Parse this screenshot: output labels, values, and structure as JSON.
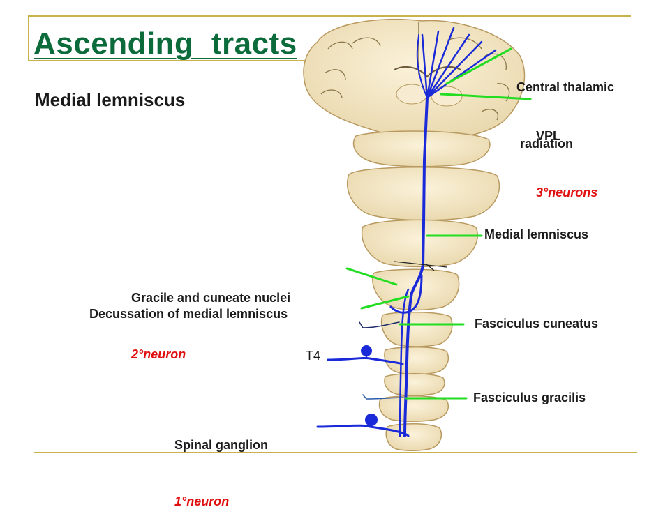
{
  "slide": {
    "title": "Ascending  tracts",
    "subtitle": "Medial lemniscus"
  },
  "labels": {
    "central_thalamic": "Central thalamic",
    "central_thalamic_2": " radiation",
    "vpl": "VPL",
    "vpl_neuron": "3°neurons",
    "medial_lemniscus": "Medial lemniscus",
    "gracile_cuneate": "Gracile and cuneate nuclei",
    "gracile_cuneate_neuron": "2°neuron",
    "decussation": "Decussation of medial lemniscus",
    "fasciculus_cuneatus": "Fasciculus cuneatus",
    "t4": "T4",
    "fasciculus_gracilis": "Fasciculus gracilis",
    "spinal_ganglion": "Spinal ganglion",
    "spinal_ganglion_neuron": "1°neuron"
  },
  "colors": {
    "title": "#0b6b3a",
    "accent_red": "#e01010",
    "pointer_green": "#22dd22",
    "tract_blue": "#1a2ad8",
    "tissue": "#f3e6c4",
    "frame": "#c8b34a"
  }
}
